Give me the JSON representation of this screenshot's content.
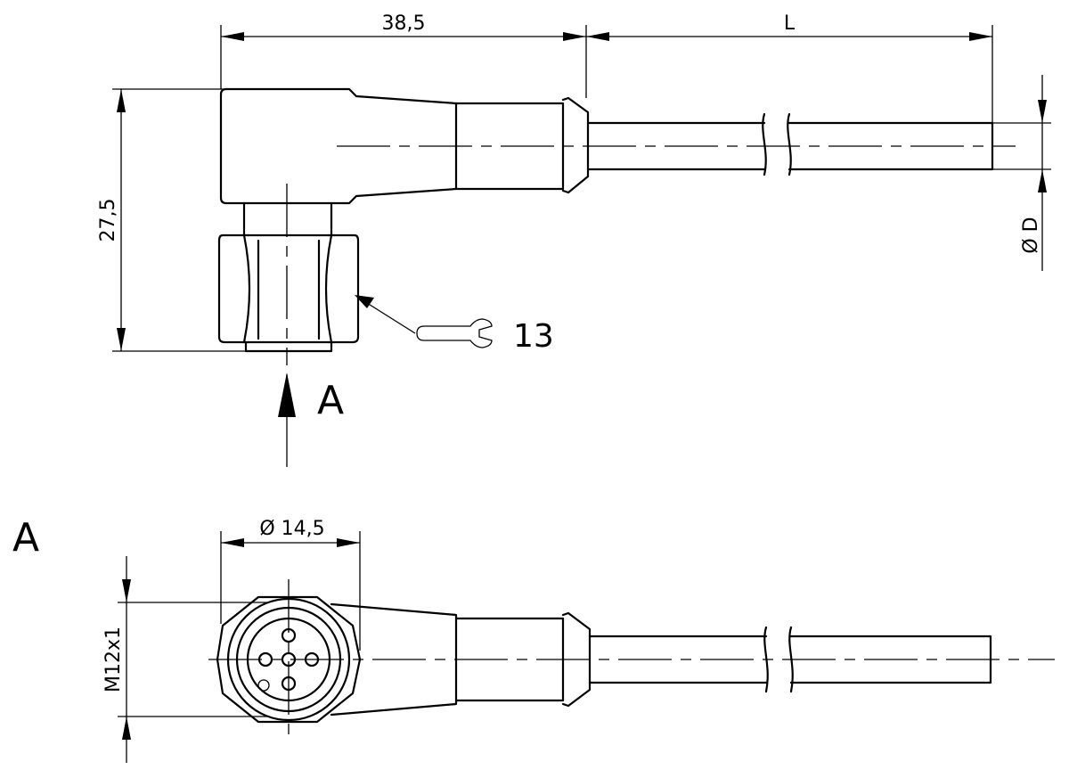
{
  "dimensions": {
    "length_body": "38,5",
    "length_cable": "L",
    "height": "27,5",
    "cable_diameter": "Ø D",
    "nut_diameter": "Ø 14,5",
    "thread": "M12x1"
  },
  "wrench": {
    "icon": "wrench-icon",
    "size": "13"
  },
  "views": {
    "arrow_label": "A",
    "section_label": "A"
  }
}
